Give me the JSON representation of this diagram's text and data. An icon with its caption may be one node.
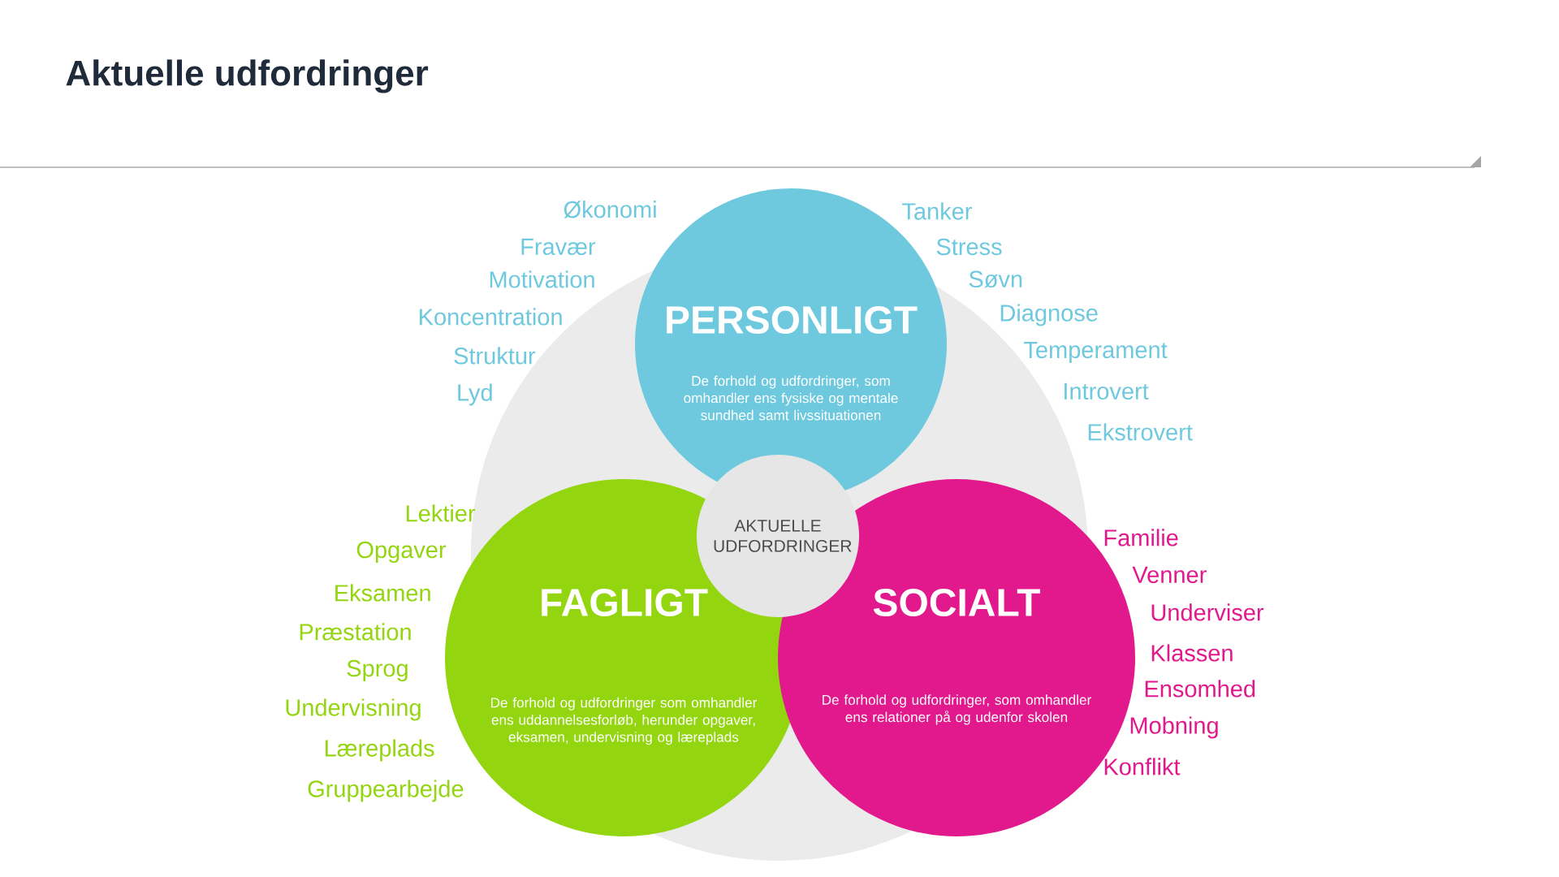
{
  "diagram": {
    "title": "Aktuelle udfordringer",
    "nodes": [
      {
        "text": [
          "PERSONLIGT",
          "De forhold og udfordringer, som omhandler ens fysiske og mentale sundhed samt livssituationen"
        ],
        "beside": [
          "Økonomi",
          "Fravær",
          "Motivation",
          "Koncentration",
          "Struktur",
          "Lyd",
          "Tanker",
          "Stress",
          "Søvn",
          "Diagnose",
          "Temperament",
          "Introvert",
          "Ekstrovert"
        ]
      },
      {
        "text": [
          "FAGLIGT",
          "De forhold og udfordringer som omhandler ens uddannelsesforløb, herunder opgaver, eksamen, undervisning og læreplads"
        ],
        "beside": [
          "Lektier",
          "Opgaver",
          "Eksamen",
          "Præstation",
          "Sprog",
          "Undervisning",
          "Læreplads",
          "Gruppearbejde"
        ]
      },
      {
        "text": [
          "SOCIALT",
          "De forhold og  udfordringer, som omhandler ens relationer på og udenfor skolen"
        ],
        "beside": [
          "Familie",
          "Venner",
          "Underviser",
          "Klassen",
          "Ensomhed",
          "Mobning",
          "Konflikt"
        ]
      },
      {
        "text": [
          "AKTUELLE UDFORDRINGER"
        ]
      }
    ]
  }
}
